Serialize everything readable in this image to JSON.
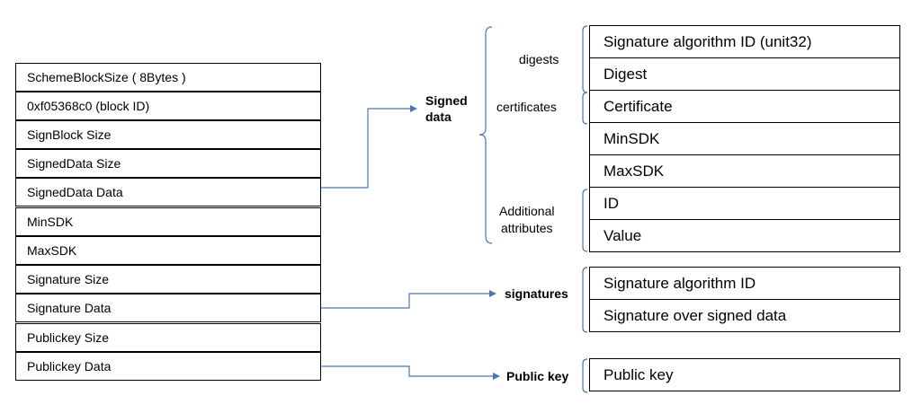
{
  "left_blocks": [
    "SchemeBlockSize ( 8Bytes )",
    "0xf05368c0 (block ID)",
    "SignBlock Size",
    "SignedData Size",
    "SignedData Data",
    "MinSDK",
    "MaxSDK",
    "Signature Size",
    "Signature Data",
    "Publickey Size",
    "Publickey Data"
  ],
  "signed_data": {
    "title_line1": "Signed",
    "title_line2": "data",
    "digests_label": "digests",
    "certificates_label": "certificates",
    "additional_line1": "Additional",
    "additional_line2": "attributes",
    "fields": [
      "Signature algorithm ID (unit32)",
      "Digest",
      "Certificate",
      "MinSDK",
      "MaxSDK",
      "ID",
      "Value"
    ]
  },
  "signatures": {
    "title": "signatures",
    "fields": [
      "Signature algorithm ID",
      "Signature over signed data"
    ]
  },
  "public_key": {
    "title": "Public key",
    "fields": [
      "Public key"
    ]
  },
  "colors": {
    "arrow": "#4a76b0",
    "bracket": "#4a76b0",
    "border": "#000000"
  }
}
